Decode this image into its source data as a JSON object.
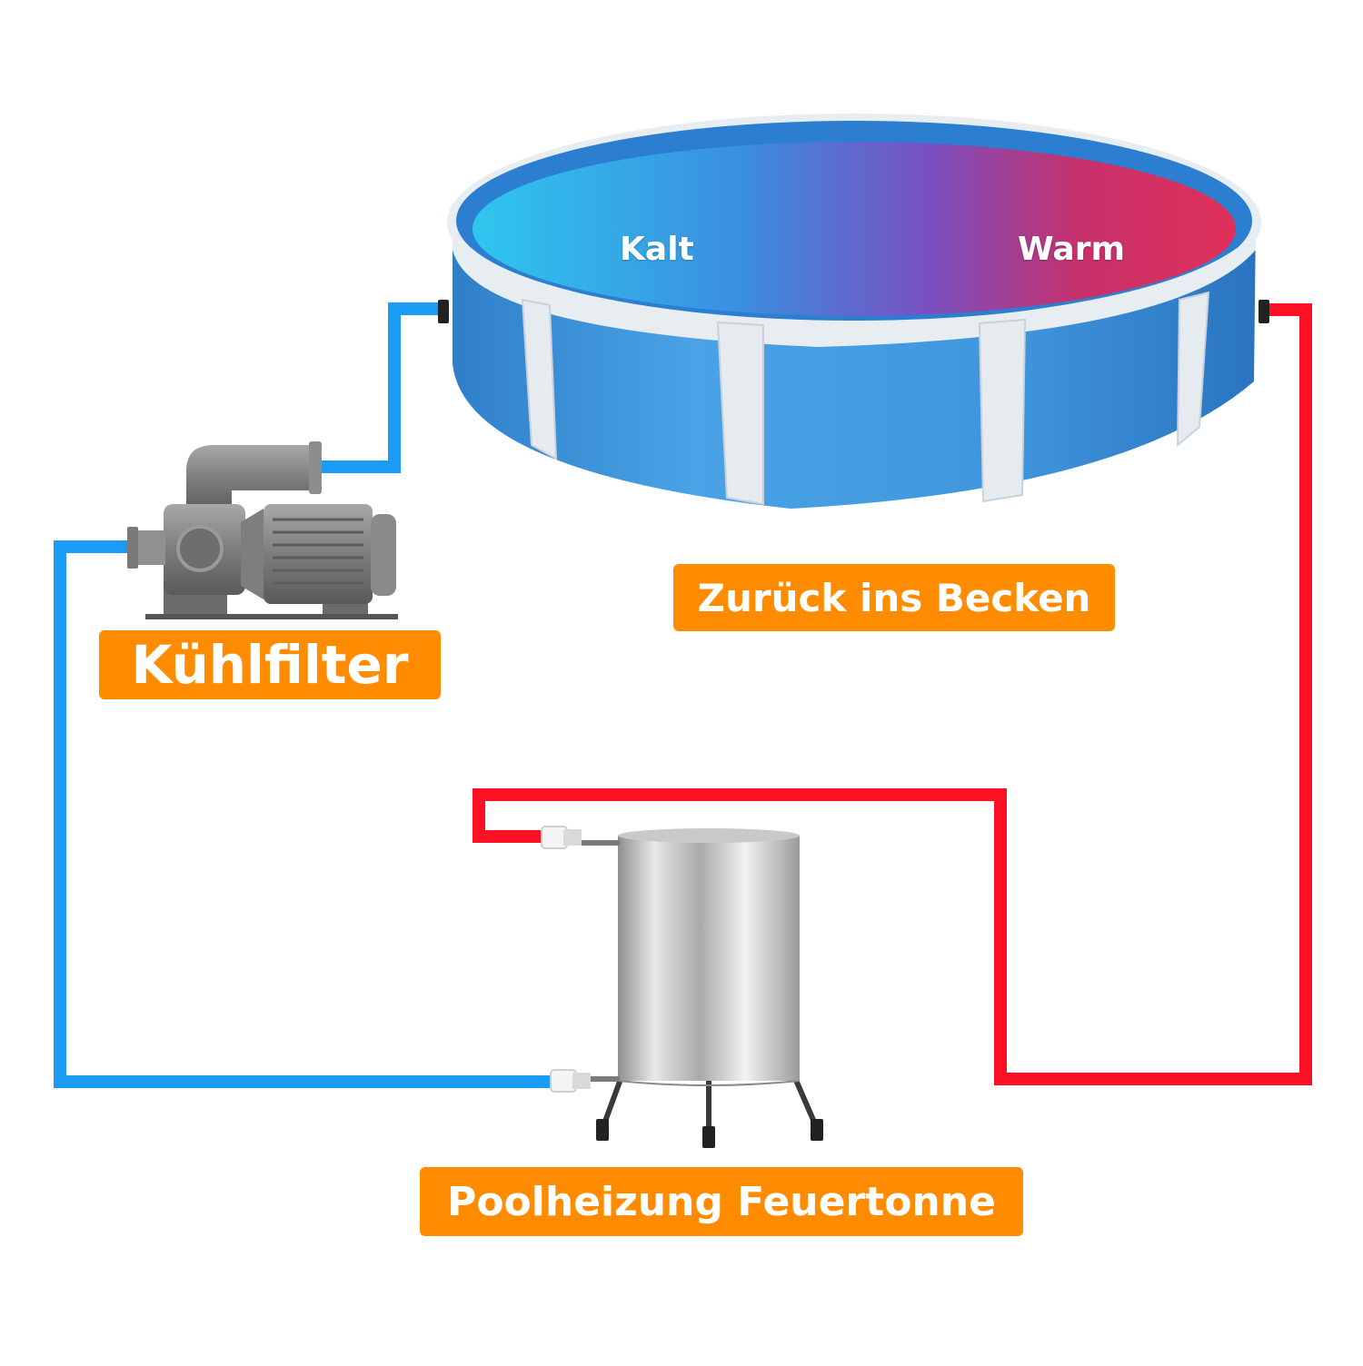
{
  "labels": {
    "pool_cold": "Kalt",
    "pool_warm": "Warm",
    "return_to_pool": "Zurück ins Becken",
    "pump": "Kühlfilter",
    "heater": "Poolheizung Feuertonne"
  },
  "colors": {
    "cold_pipe": "#1a9bf5",
    "hot_pipe": "#ff1024",
    "label_background": "#ff8c00",
    "label_text": "#ffffff",
    "pool_wall": "#3b94dc",
    "pool_frame": "#e6ebf0"
  }
}
